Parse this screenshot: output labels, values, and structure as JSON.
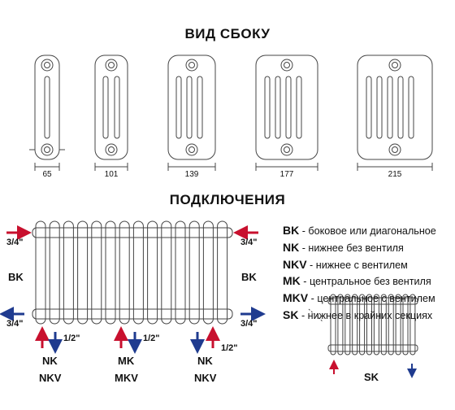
{
  "titles": {
    "side_view": "ВИД СБОКУ",
    "connections": "ПОДКЛЮЧЕНИЯ"
  },
  "side_view_widths": [
    "65",
    "101",
    "139",
    "177",
    "215"
  ],
  "legend": [
    {
      "code": "BK",
      "text": " - боковое или диагональное"
    },
    {
      "code": "NK",
      "text": " - нижнее без вентиля"
    },
    {
      "code": "NKV",
      "text": " - нижнее с вентилем"
    },
    {
      "code": "MK",
      "text": " - центральное без вентиля"
    },
    {
      "code": "MKV",
      "text": " - центральное с вентилем"
    },
    {
      "code": "SK",
      "text": " - нижнее в крайних секциях"
    }
  ],
  "connection_labels": {
    "left_top_size": "3/4\"",
    "left_bottom_size": "3/4\"",
    "right_top_size": "3/4\"",
    "right_bottom_size": "3/4\"",
    "left_side": "BK",
    "right_side": "BK",
    "half_inch_1": "1/2\"",
    "half_inch_2": "1/2\"",
    "half_inch_3": "1/2\"",
    "group1_a": "NK",
    "group1_b": "NKV",
    "group2_a": "MK",
    "group2_b": "MKV",
    "group3_a": "NK",
    "group3_b": "NKV",
    "sk_label": "SK"
  },
  "colors": {
    "red_arrow": "#c8102e",
    "blue_arrow": "#1f3b8f"
  }
}
